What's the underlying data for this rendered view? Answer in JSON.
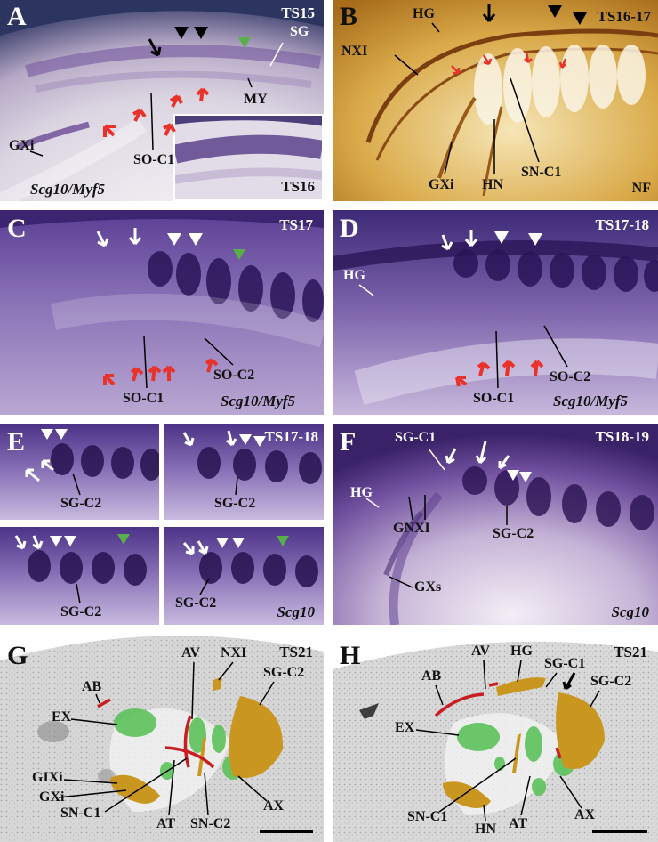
{
  "colors": {
    "red_arrow": "#e8322a",
    "green_arrowhead": "#59b04a",
    "purple_stain": "#5a3a8c",
    "nf_stain": "#c98b1e",
    "histo_gold": "#c9961f",
    "histo_green": "#5cc25a",
    "histo_red": "#c81e22"
  },
  "panels": {
    "A": {
      "letter": "A",
      "stage": "TS15",
      "labels": {
        "sg": "SG",
        "my": "MY",
        "gxi": "GXi",
        "so_c1": "SO-C1",
        "gene": "Scg10/Myf5"
      },
      "inset_stage": "TS16"
    },
    "B": {
      "letter": "B",
      "stage": "TS16-17",
      "labels": {
        "hg": "HG",
        "nxi": "NXI",
        "gxi": "GXi",
        "hn": "HN",
        "sn_c1": "SN-C1",
        "nf": "NF"
      }
    },
    "C": {
      "letter": "C",
      "stage": "TS17",
      "labels": {
        "so_c1": "SO-C1",
        "so_c2": "SO-C2",
        "gene": "Scg10/Myf5"
      }
    },
    "D": {
      "letter": "D",
      "stage": "TS17-18",
      "labels": {
        "hg": "HG",
        "so_c1": "SO-C1",
        "so_c2": "SO-C2",
        "gene": "Scg10/Myf5"
      }
    },
    "E": {
      "letter": "E",
      "stage": "TS17-18",
      "labels": {
        "sg_c2_1": "SG-C2",
        "sg_c2_2": "SG-C2",
        "sg_c2_3": "SG-C2",
        "sg_c2_4": "SG-C2",
        "gene": "Scg10"
      }
    },
    "F": {
      "letter": "F",
      "stage": "TS18-19",
      "labels": {
        "sg_c1": "SG-C1",
        "hg": "HG",
        "gnxi": "GNXI",
        "sg_c2": "SG-C2",
        "gxs": "GXs",
        "gene": "Scg10"
      }
    },
    "G": {
      "letter": "G",
      "stage": "TS21",
      "labels": {
        "ab": "AB",
        "av": "AV",
        "nxi": "NXI",
        "sg_c2": "SG-C2",
        "ex": "EX",
        "gixi": "GIXi",
        "gxi": "GXi",
        "sn_c1": "SN-C1",
        "at": "AT",
        "sn_c2": "SN-C2",
        "ax": "AX"
      }
    },
    "H": {
      "letter": "H",
      "stage": "TS21",
      "labels": {
        "ab": "AB",
        "av": "AV",
        "hg": "HG",
        "sg_c1": "SG-C1",
        "sg_c2": "SG-C2",
        "ex": "EX",
        "sn_c1": "SN-C1",
        "hn": "HN",
        "at": "AT",
        "ax": "AX"
      }
    }
  }
}
